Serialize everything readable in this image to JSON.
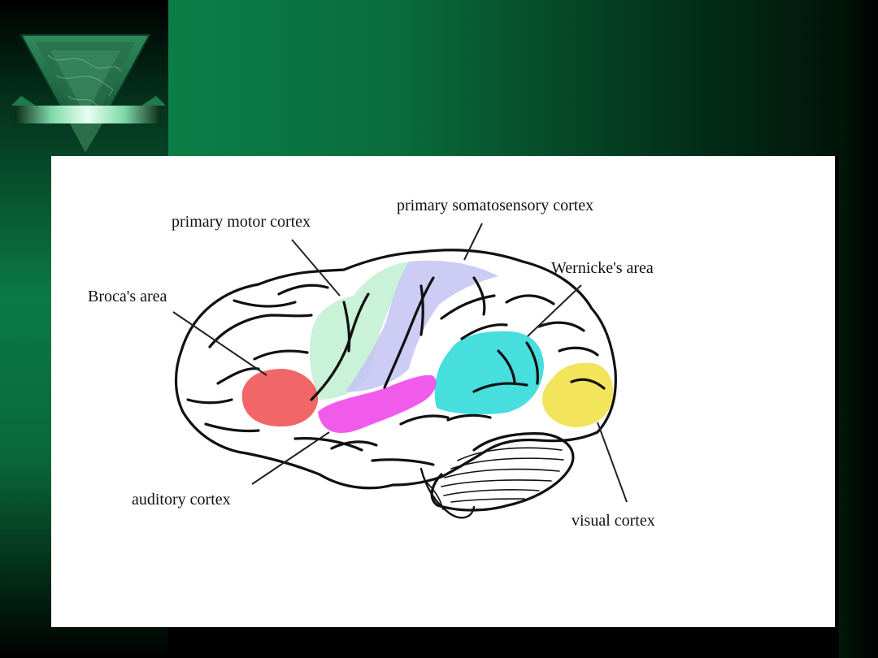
{
  "diagram": {
    "labels": {
      "primary_motor_cortex": "primary motor cortex",
      "primary_somatosensory_cortex": "primary somatosensory cortex",
      "wernickes_area": "Wernicke's area",
      "brocas_area": "Broca's area",
      "auditory_cortex": "auditory cortex",
      "visual_cortex": "visual cortex"
    },
    "region_colors": {
      "primary_motor_cortex": "#bff0d2",
      "primary_somatosensory_cortex": "#c3c3f3",
      "wernickes_area": "#27d8d8",
      "brocas_area": "#ef4b4b",
      "auditory_cortex": "#ee3ee9",
      "visual_cortex": "#f0e040"
    }
  }
}
